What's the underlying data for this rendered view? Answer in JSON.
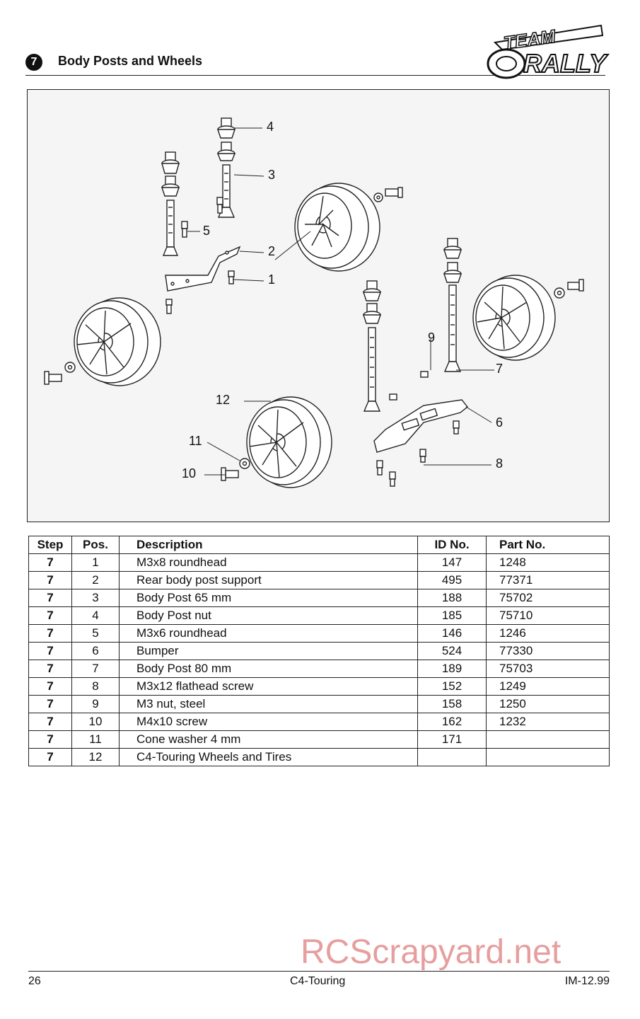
{
  "header": {
    "step_number": "7",
    "title": "Body Posts and Wheels",
    "logo_text_top": "TEAM",
    "logo_text_main": "Orally"
  },
  "diagram": {
    "callouts": [
      "1",
      "2",
      "3",
      "4",
      "5",
      "6",
      "7",
      "8",
      "9",
      "10",
      "11",
      "12"
    ]
  },
  "table": {
    "headers": {
      "step": "Step",
      "pos": "Pos.",
      "description": "Description",
      "id_no": "ID No.",
      "part_no": "Part No."
    },
    "rows": [
      {
        "step": "7",
        "pos": "1",
        "description": "M3x8 roundhead",
        "id_no": "147",
        "part_no": "1248"
      },
      {
        "step": "7",
        "pos": "2",
        "description": "Rear body post support",
        "id_no": "495",
        "part_no": "77371"
      },
      {
        "step": "7",
        "pos": "3",
        "description": "Body Post 65 mm",
        "id_no": "188",
        "part_no": "75702"
      },
      {
        "step": "7",
        "pos": "4",
        "description": "Body Post nut",
        "id_no": "185",
        "part_no": "75710"
      },
      {
        "step": "7",
        "pos": "5",
        "description": "M3x6 roundhead",
        "id_no": "146",
        "part_no": "1246"
      },
      {
        "step": "7",
        "pos": "6",
        "description": "Bumper",
        "id_no": "524",
        "part_no": "77330"
      },
      {
        "step": "7",
        "pos": "7",
        "description": "Body Post 80 mm",
        "id_no": "189",
        "part_no": "75703"
      },
      {
        "step": "7",
        "pos": "8",
        "description": "M3x12 flathead screw",
        "id_no": "152",
        "part_no": "1249"
      },
      {
        "step": "7",
        "pos": "9",
        "description": "M3 nut, steel",
        "id_no": "158",
        "part_no": "1250"
      },
      {
        "step": "7",
        "pos": "10",
        "description": "M4x10 screw",
        "id_no": "162",
        "part_no": "1232"
      },
      {
        "step": "7",
        "pos": "11",
        "description": "Cone washer 4 mm",
        "id_no": "171",
        "part_no": ""
      },
      {
        "step": "7",
        "pos": "12",
        "description": "C4-Touring Wheels and Tires",
        "id_no": "",
        "part_no": ""
      }
    ]
  },
  "footer": {
    "page_number": "26",
    "model": "C4-Touring",
    "revision": "IM-12.99"
  },
  "watermark": "RCScrapyard.net"
}
